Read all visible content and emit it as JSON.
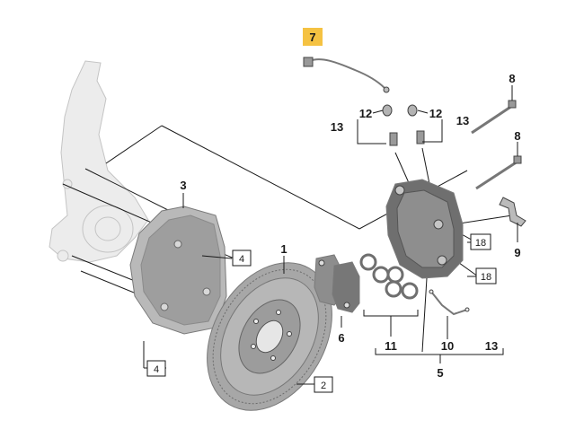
{
  "labels": {
    "l1": "1",
    "l2": "2",
    "l3": "3",
    "l4a": "4",
    "l4b": "4",
    "l5": "5",
    "l6": "6",
    "l7": "7",
    "l8a": "8",
    "l8b": "8",
    "l9": "9",
    "l10": "10",
    "l11": "11",
    "l12a": "12",
    "l12b": "12",
    "l13a": "13",
    "l13b": "13",
    "l13c": "13",
    "l18a": "18",
    "l18b": "18"
  },
  "colors": {
    "highlight": "#f5c242",
    "caliper": "#6f6f6f",
    "disc": "#8a8a8a",
    "ghost": "#e8e8e8"
  }
}
